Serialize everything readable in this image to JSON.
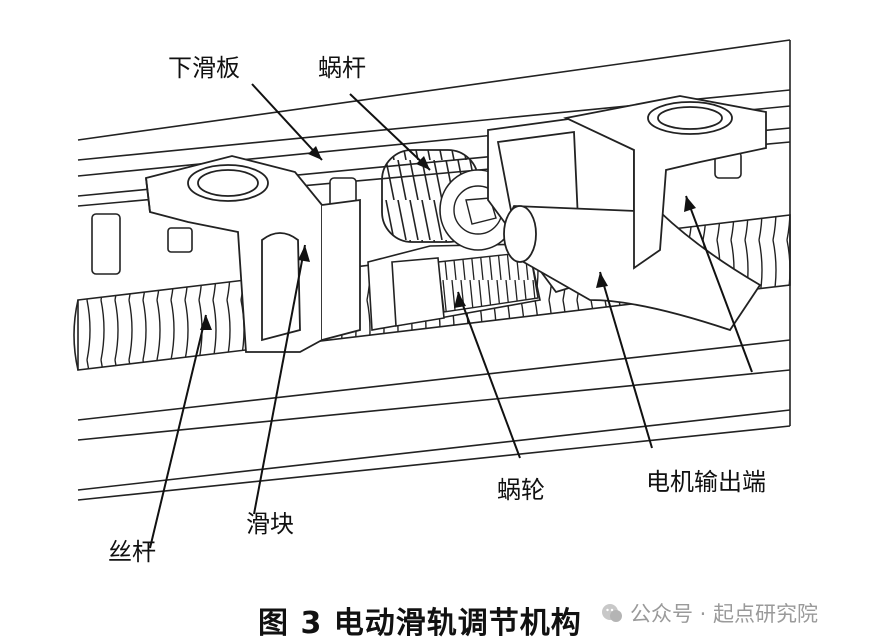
{
  "labels": {
    "lower_slide_plate": "下滑板",
    "worm": "蜗杆",
    "lead_screw": "丝杆",
    "slider": "滑块",
    "worm_gear": "蜗轮",
    "motor_output": "电机输出端"
  },
  "caption": "图 3   电动滑轨调节机构",
  "watermark": "公众号 · 起点研究院"
}
